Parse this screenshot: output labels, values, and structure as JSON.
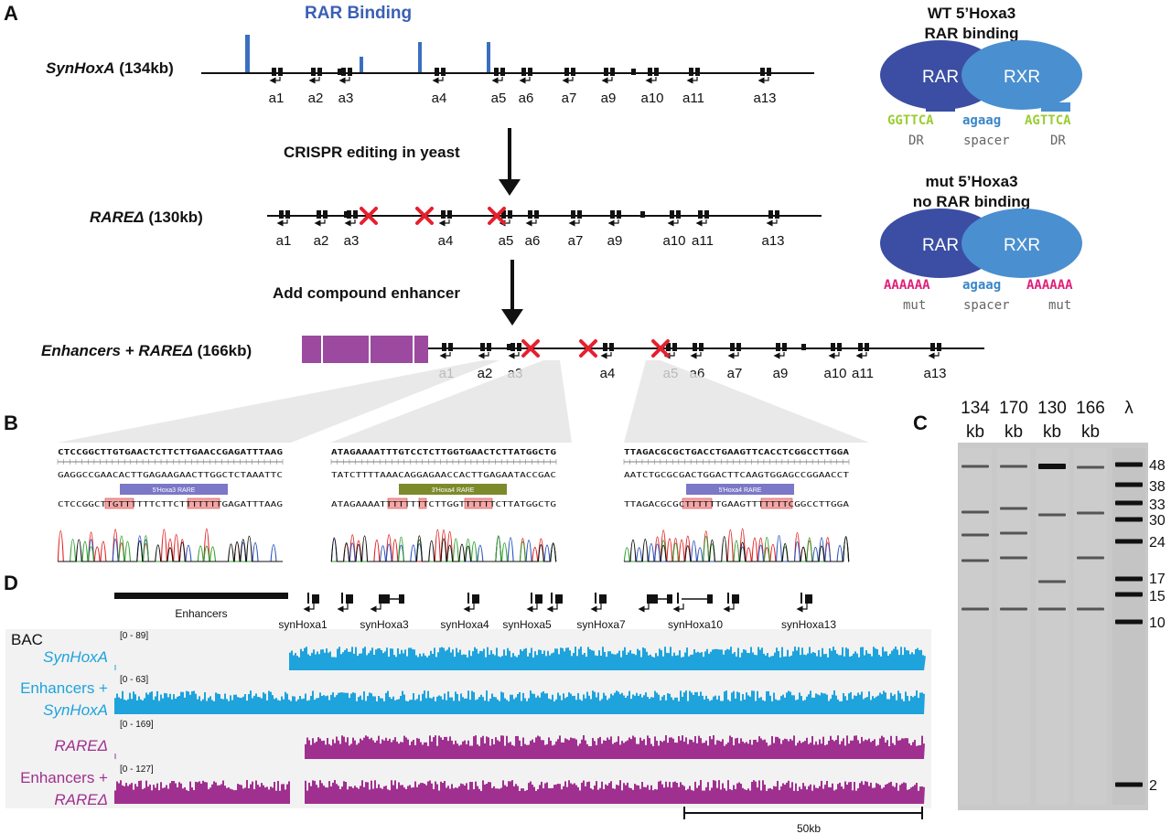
{
  "panels": {
    "A": "A",
    "B": "B",
    "C": "C",
    "D": "D"
  },
  "panelA": {
    "rar_binding_title": "RAR Binding",
    "rar_binding_color": "#3a5fb5",
    "construct1": {
      "name": "SynHoxA",
      "size": " (134kb)"
    },
    "construct2": {
      "name": "RAREΔ",
      "size": " (130kb)"
    },
    "construct3": {
      "name_a": "Enhancers + ",
      "name_b": "RAREΔ",
      "size": " (166kb)"
    },
    "step1": "CRISPR editing in yeast",
    "step2": "Add compound enhancer",
    "genes_row1": [
      "a1",
      "a2",
      "a3",
      "a4",
      "a5",
      "a6",
      "a7",
      "a9",
      "a10",
      "a11",
      "a13"
    ],
    "genes_row2": [
      "a1",
      "a2",
      "a3",
      "a4",
      "a5",
      "a6",
      "a7",
      "a9",
      "a10",
      "a11",
      "a13"
    ],
    "genes_row3": [
      "a1",
      "a2",
      "a3",
      "a4",
      "a5",
      "a6",
      "a7",
      "a9",
      "a10",
      "a11",
      "a13"
    ],
    "wt_title_1": "WT 5’Hoxa3",
    "wt_title_2": "RAR binding",
    "mut_title_1": "mut 5’Hoxa3",
    "mut_title_2": "no RAR binding",
    "rar": "RAR",
    "rxr": "RXR",
    "wt_seq": {
      "left": "GGTTCA",
      "mid": "agaag",
      "right": "AGTTCA"
    },
    "wt_sub": {
      "left": "DR",
      "mid": "spacer",
      "right": "DR"
    },
    "mut_seq": {
      "left": "AAAAAA",
      "mid": "agaag",
      "right": "AAAAAA"
    },
    "mut_sub": {
      "left": "mut",
      "mid": "spacer",
      "right": "mut"
    },
    "colors": {
      "rar": "#3b4ea3",
      "rxr": "#4a8fd0",
      "dr": "#9acd32",
      "spacer": "#3a86c8",
      "mut": "#e0207a",
      "enhancer": "#9b4aa0",
      "cross": "#e5202e"
    }
  },
  "panelB": {
    "chroms": [
      {
        "ref": "CTCCGGCTTGTGAACTCTTCTTGAACCGAGATTTAAG",
        "comp": "GAGGCCGAACACTTGAGAAGAACTTGGCTCTAAATTC",
        "label": "5'Hoxa3 RARE",
        "read": "CTCCGGCTTGTTTTTTCTTCTTTTTTTGAGATTTAAG",
        "label_color": "#7b78c8"
      },
      {
        "ref": "ATAGAAAATTTGTCCTCTTGGTGAACTCTTATGGCTG",
        "comp": "TATCTTTTAAACAGGAGAACCACTTGAGAATACCGAC",
        "label": "3'Hoxa4 RARE",
        "read": "ATAGAAAATTTTTTTTCTTGGTTTTTTCTTATGGCTG",
        "label_color": "#7d8a2c"
      },
      {
        "ref": "TTAGACGCGCTGACCTGAAGTTCACCTCGGCCTTGGA",
        "comp": "AATCTGCGCGACTGGACTTCAAGTGGAGCCGGAACCT",
        "label": "5'Hoxa4 RARE",
        "read": "TTAGACGCGCTTTTTTGAAGTTTTTTTCGGCCTTGGA",
        "label_color": "#7b78c8"
      }
    ]
  },
  "panelC": {
    "lanes": [
      {
        "top": "134",
        "bot": "kb"
      },
      {
        "top": "170",
        "bot": "kb"
      },
      {
        "top": "130",
        "bot": "kb"
      },
      {
        "top": "166",
        "bot": "kb"
      },
      {
        "top": "λ",
        "bot": ""
      }
    ],
    "markers": [
      "48",
      "38",
      "33",
      "30",
      "24",
      "17",
      "15",
      "10",
      "2"
    ]
  },
  "panelD": {
    "enhancers_label": "Enhancers",
    "gene_labels": [
      "synHoxa1",
      "synHoxa3",
      "synHoxa4",
      "synHoxa5",
      "synHoxa7",
      "synHoxa10",
      "synHoxa13"
    ],
    "bac_label": "BAC",
    "tracks": [
      {
        "name_1": "SynHoxA",
        "name_2": "",
        "range": "[0 - 89]",
        "color": "#1ea3dc"
      },
      {
        "name_1": "Enhancers +",
        "name_2": "SynHoxA",
        "range": "[0 - 63]",
        "color": "#1ea3dc"
      },
      {
        "name_1": "RAREΔ",
        "name_2": "",
        "range": "[0 - 169]",
        "color": "#a0308f"
      },
      {
        "name_1": "Enhancers +",
        "name_2": "RAREΔ",
        "range": "[0 - 127]",
        "color": "#a0308f"
      }
    ],
    "scale_label": "50kb"
  }
}
